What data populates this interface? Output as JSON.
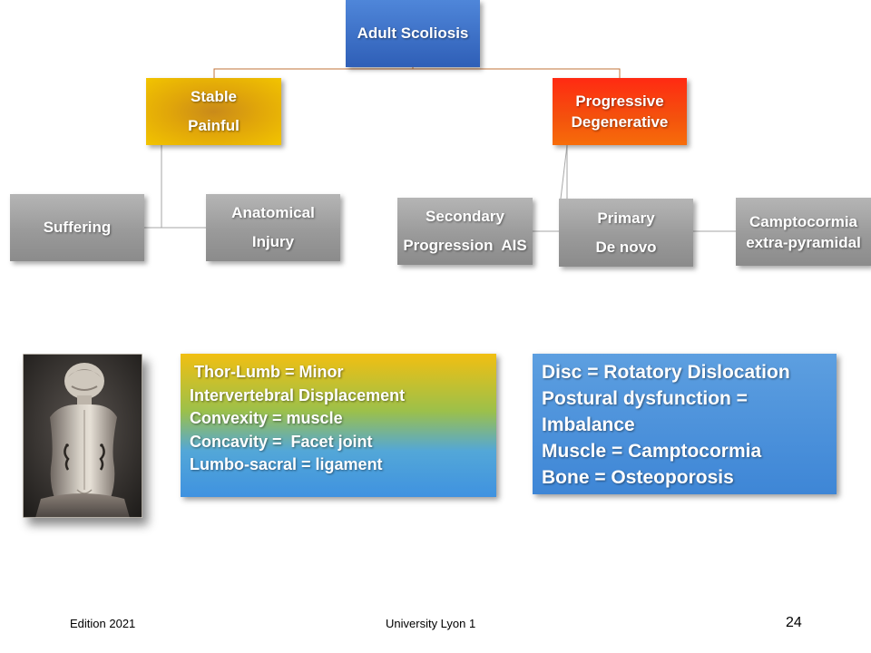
{
  "diagram": {
    "root": {
      "label": "Adult Scoliosis"
    },
    "stable": {
      "line1": "Stable",
      "line2": "Painful"
    },
    "progressive": {
      "line1": "Progressive",
      "line2": "Degenerative"
    },
    "suffering": {
      "label": "Suffering"
    },
    "anatomical": {
      "line1": "Anatomical",
      "line2": "Injury"
    },
    "secondary": {
      "line1": "Secondary",
      "line2": "Progression  AIS"
    },
    "primary": {
      "line1": "Primary",
      "line2": "De novo"
    },
    "camptocormia": {
      "line1": "Camptocormia",
      "line2": "extra-pyramidal"
    }
  },
  "info_left": {
    "lines": [
      " Thor-Lumb = Minor",
      "Intervertebral Displacement",
      "Convexity = muscle",
      "Concavity =  Facet joint",
      "Lumbo-sacral = ligament"
    ]
  },
  "info_right": {
    "lines": [
      "Disc = Rotatory Dislocation",
      "Postural dysfunction =",
      "Imbalance",
      "Muscle = Camptocormia",
      "Bone = Osteoporosis"
    ]
  },
  "footer": {
    "edition": "Edition 2021",
    "university": "University Lyon 1",
    "page_number": "24"
  },
  "colors": {
    "root": "#3b6fc9",
    "stable": "#e0a50a",
    "progressive": "#f4400e",
    "gray_box": "#9a9a9a",
    "connector_root": "#c0733a",
    "connector_gray": "#a6a6a6"
  }
}
